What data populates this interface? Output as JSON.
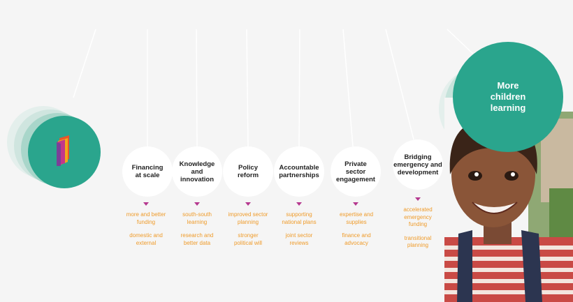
{
  "goal": {
    "label": "More children learning",
    "color": "#2aa58d"
  },
  "logo": {
    "icon": "book-logo-icon"
  },
  "pillars": [
    {
      "title": "Financing at scale",
      "outcomes": [
        "more and better funding",
        "domestic and external"
      ]
    },
    {
      "title": "Knowledge and innovation",
      "outcomes": [
        "south-south learning",
        "research and better data"
      ]
    },
    {
      "title": "Policy reform",
      "outcomes": [
        "improved sector planning",
        "stronger political will"
      ]
    },
    {
      "title": "Accountable partnerships",
      "outcomes": [
        "supporting national plans",
        "joint sector reviews"
      ]
    },
    {
      "title": "Private sector engagement",
      "outcomes": [
        "expertise and supplies",
        "finance and advocacy"
      ]
    },
    {
      "title": "Bridging emergency and development",
      "outcomes": [
        "accelerated emergency funding",
        "transitional planning"
      ]
    }
  ],
  "colors": {
    "accent": "#2aa58d",
    "outcome_text": "#ef9b2a",
    "marker": "#b5388f"
  }
}
